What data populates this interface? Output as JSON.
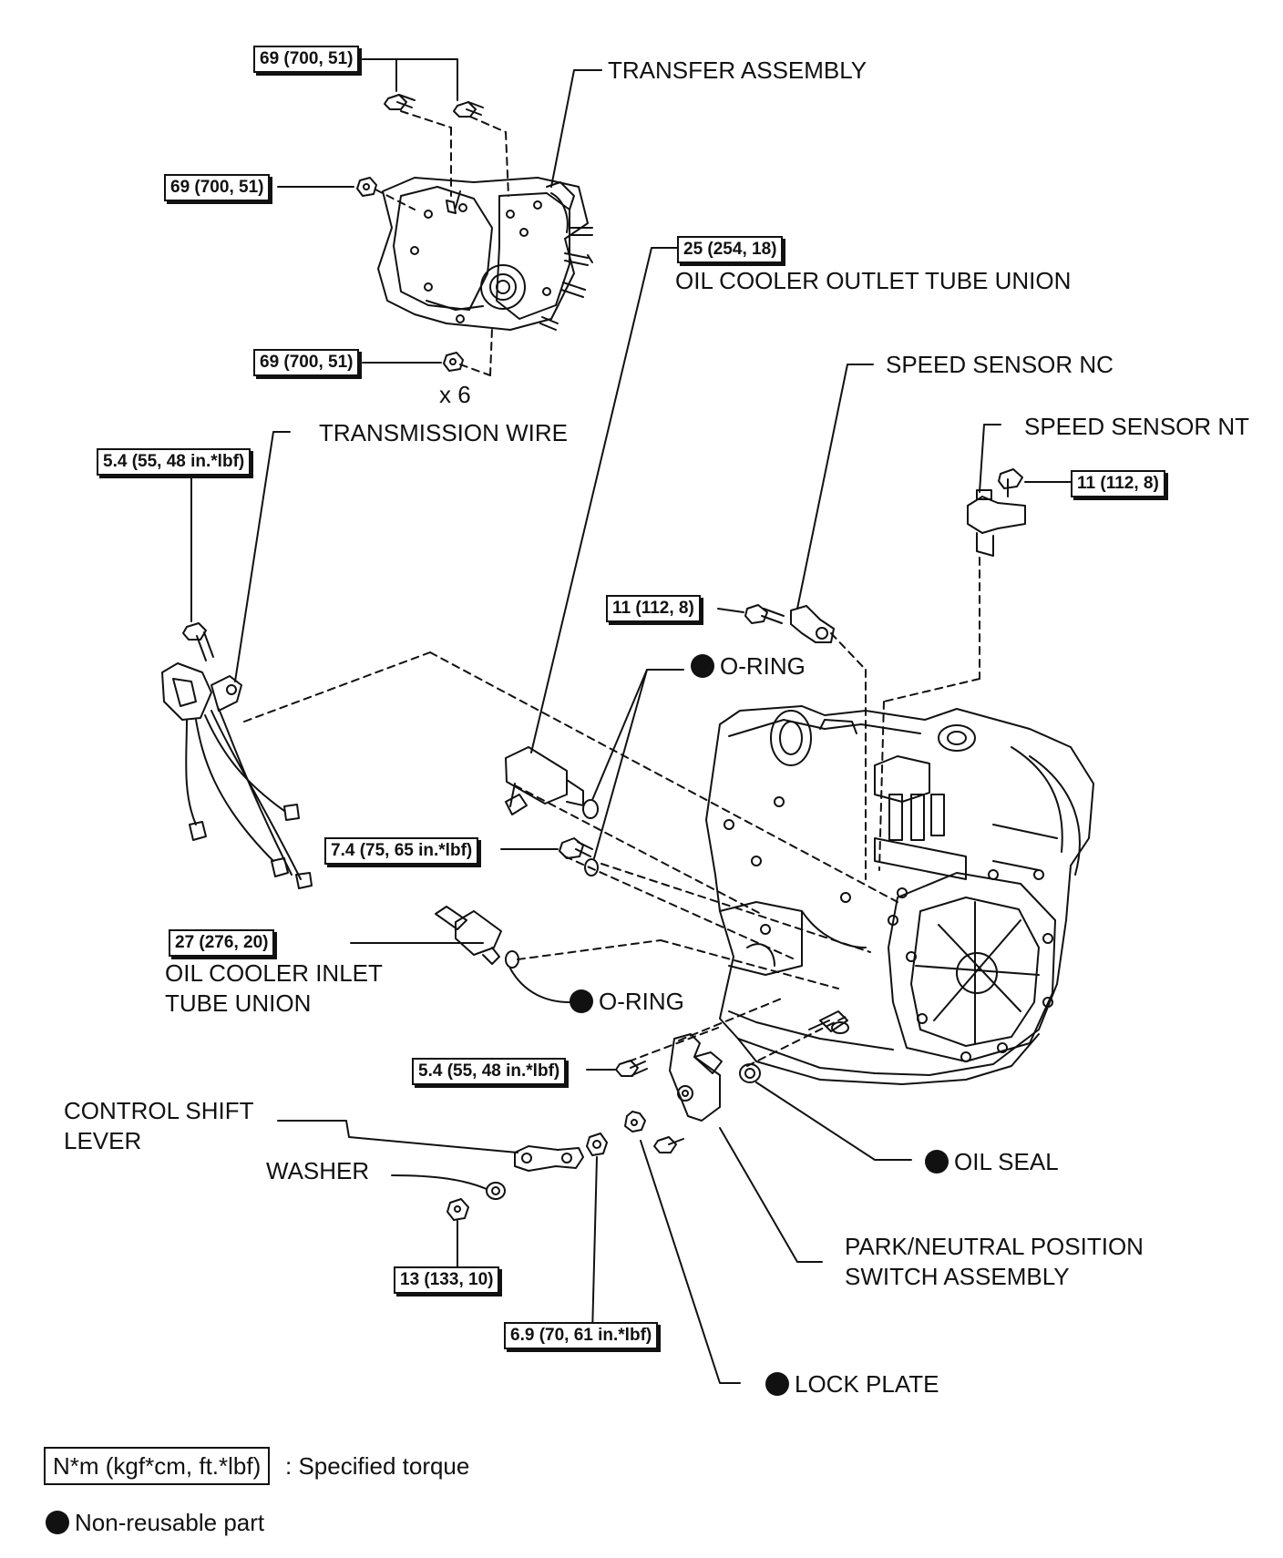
{
  "torque_specs": {
    "transfer_bolts_top": "69 (700, 51)",
    "transfer_nut_mid": "69 (700, 51)",
    "transfer_nut_bottom": "69 (700, 51)",
    "oil_cooler_outlet_union": "25 (254, 18)",
    "transmission_wire_bolt": "5.4 (55, 48 in.*lbf)",
    "speed_sensor_nt_bolt": "11 (112, 8)",
    "speed_sensor_nc_bolt": "11 (112, 8)",
    "case_bolt": "7.4 (75, 65 in.*lbf)",
    "oil_cooler_inlet_union": "27 (276, 20)",
    "park_neutral_switch_bolt": "5.4 (55, 48 in.*lbf)",
    "control_shift_nut": "13 (133, 10)",
    "switch_nut": "6.9 (70, 61 in.*lbf)"
  },
  "labels": {
    "transfer_assembly": "TRANSFER ASSEMBLY",
    "quantity": "x 6",
    "oil_cooler_outlet_union": "OIL COOLER OUTLET TUBE UNION",
    "speed_sensor_nc": "SPEED SENSOR NC",
    "transmission_wire": "TRANSMISSION WIRE",
    "speed_sensor_nt": "SPEED SENSOR NT",
    "o_ring_upper": "O-RING",
    "oil_cooler_inlet_line1": "OIL COOLER INLET",
    "oil_cooler_inlet_line2": "TUBE UNION",
    "o_ring_lower": "O-RING",
    "control_shift_line1": "CONTROL SHIFT",
    "control_shift_line2": "LEVER",
    "washer": "WASHER",
    "oil_seal": "OIL SEAL",
    "park_neutral_line1": "PARK/NEUTRAL POSITION",
    "park_neutral_line2": "SWITCH ASSEMBLY",
    "lock_plate": "LOCK PLATE"
  },
  "legend": {
    "torque_unit": "N*m (kgf*cm, ft.*lbf)",
    "torque_desc": ": Specified torque",
    "non_reusable": "Non-reusable part"
  },
  "non_reusable_marker": "filled-circle-icon"
}
